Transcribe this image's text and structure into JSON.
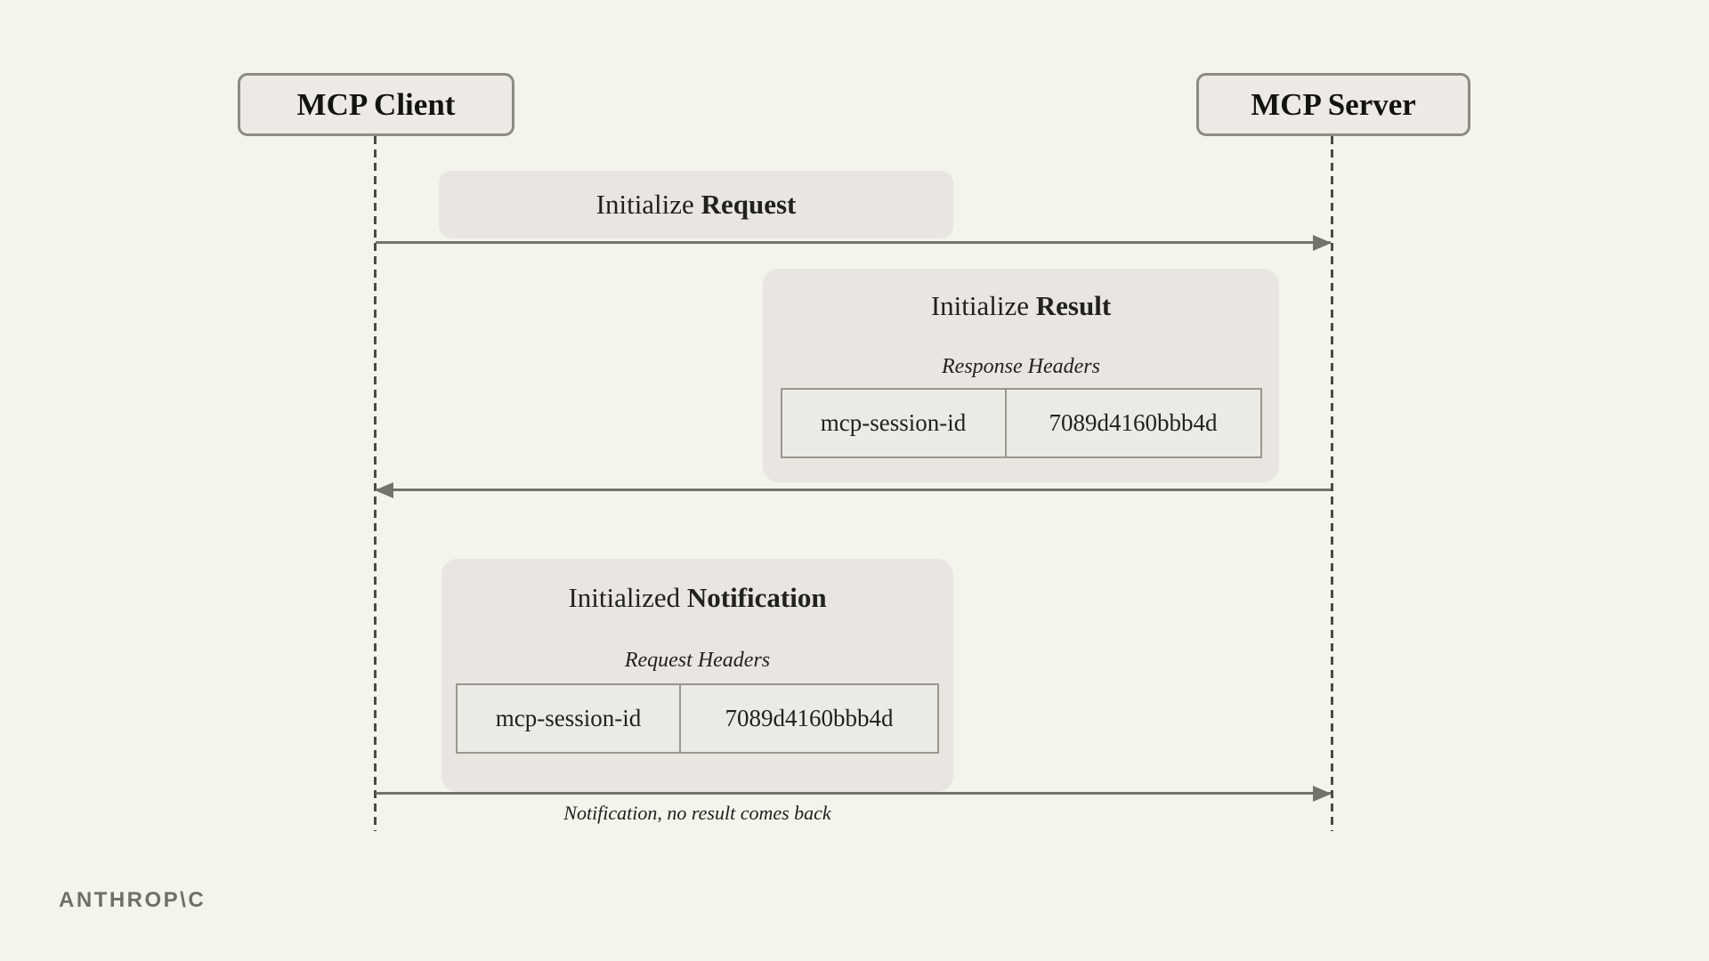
{
  "diagram": {
    "actors": {
      "client": "MCP Client",
      "server": "MCP Server"
    },
    "messages": [
      {
        "label_normal": "Initialize",
        "label_bold": "Request",
        "direction": "client-to-server"
      },
      {
        "label_normal": "Initialize",
        "label_bold": "Result",
        "direction": "server-to-client",
        "headers_title": "Response Headers",
        "header_key": "mcp-session-id",
        "header_value": "7089d4160bbb4d"
      },
      {
        "label_normal": "Initialized",
        "label_bold": "Notification",
        "direction": "client-to-server",
        "headers_title": "Request Headers",
        "header_key": "mcp-session-id",
        "header_value": "7089d4160bbb4d",
        "caption": "Notification, no result comes back"
      }
    ],
    "footer": {
      "logo": "ANTHROP\\C"
    }
  },
  "colors": {
    "background": "#f3f4ec",
    "block_fill": "#e9e6e2",
    "actor_fill": "#edeae5",
    "actor_border": "#8c8c81",
    "table_border": "#98988e",
    "arrow": "#73736a",
    "lifeline": "#4b4b43",
    "text": "#21211d",
    "logo": "#6f6f65"
  }
}
